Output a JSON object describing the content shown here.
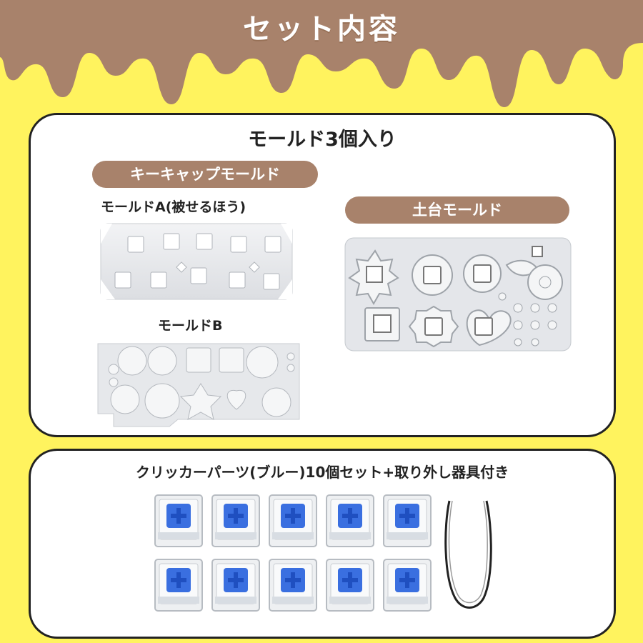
{
  "header": {
    "title": "セット内容",
    "colors": {
      "chocolate": "#A8826B",
      "background": "#FFF35E",
      "pill": "#A8826B"
    }
  },
  "molds_panel": {
    "heading": "モールド3個入り",
    "keycap_label": "キーキャップモールド",
    "mold_a_label": "モールドA(被せるほう)",
    "mold_b_label": "モールドB",
    "base_label": "土台モールド"
  },
  "clicker_panel": {
    "heading": "クリッカーパーツ(ブルー)10個セット+取り外し器具付き",
    "switch_rows": 2,
    "switch_columns": 5,
    "switch_color": "#3A6FE0"
  }
}
